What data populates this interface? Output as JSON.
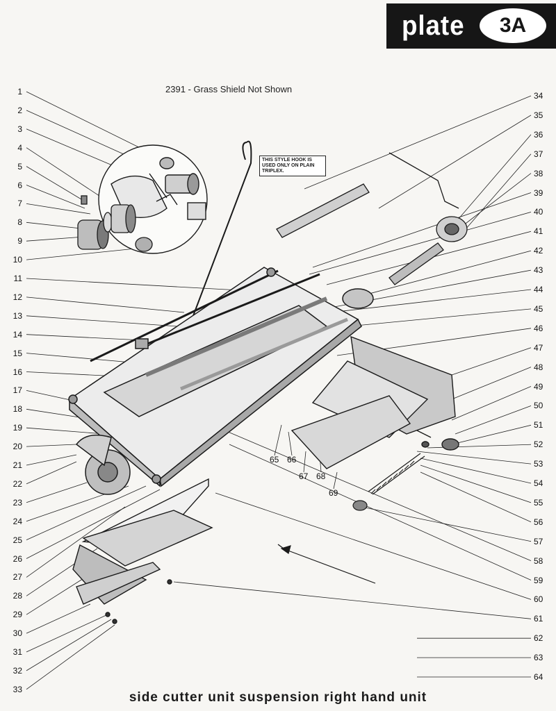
{
  "plate": {
    "word": "plate",
    "number": "3A"
  },
  "top_note": "2391 - Grass Shield Not Shown",
  "hook_note": "THIS STYLE HOOK IS USED ONLY ON PLAIN TRIPLEX.",
  "caption": "side cutter unit suspension right hand unit",
  "callouts": {
    "left": [
      "1",
      "2",
      "3",
      "4",
      "5",
      "6",
      "7",
      "8",
      "9",
      "10",
      "11",
      "12",
      "13",
      "14",
      "15",
      "16",
      "17",
      "18",
      "19",
      "20",
      "21",
      "22",
      "23",
      "24",
      "25",
      "26",
      "27",
      "28",
      "29",
      "30",
      "31",
      "32",
      "33"
    ],
    "right": [
      "34",
      "35",
      "36",
      "37",
      "38",
      "39",
      "40",
      "41",
      "42",
      "43",
      "44",
      "45",
      "46",
      "47",
      "48",
      "49",
      "50",
      "51",
      "52",
      "53",
      "54",
      "55",
      "56",
      "57",
      "58",
      "59",
      "60",
      "61",
      "62",
      "63",
      "64"
    ],
    "inner": [
      "65",
      "66",
      "67",
      "68",
      "69"
    ]
  },
  "colors": {
    "ink": "#1a1a1a",
    "paper": "#f7f6f3",
    "header": "#161616",
    "shade": "#8a8a8a"
  }
}
